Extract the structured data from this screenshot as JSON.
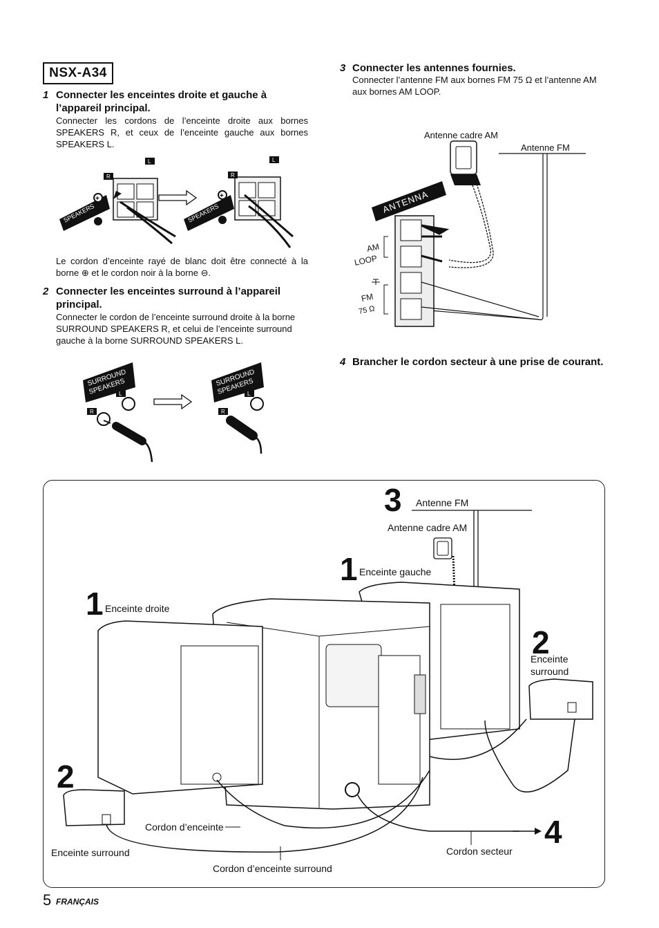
{
  "model": "NSX-A34",
  "steps": [
    {
      "num": "1",
      "title": "Connecter les enceintes droite et gauche à l’appareil principal.",
      "body": "Connecter les cordons de l’enceinte droite aux bornes SPEAKERS R, et ceux de l’enceinte gauche aux bornes SPEAKERS L.",
      "note": "Le cordon d’enceinte rayé de blanc doit être connecté à la borne ⊕ et le cordon noir à la borne ⊖."
    },
    {
      "num": "2",
      "title": "Connecter les enceintes surround à l’appareil principal.",
      "body": "Connecter le cordon de l’enceinte surround droite à la borne SURROUND SPEAKERS R, et celui de l’enceinte surround gauche à la borne SURROUND SPEAKERS L."
    },
    {
      "num": "3",
      "title": "Connecter les antennes fournies.",
      "body": "Connecter l’antenne FM aux bornes FM 75 Ω et l’antenne AM aux bornes AM LOOP."
    },
    {
      "num": "4",
      "title": "Brancher le cordon secteur à une prise de courant."
    }
  ],
  "panel_labels": {
    "r": "R",
    "l": "L",
    "speakers": "SPEAKERS",
    "surround": "SURROUND",
    "surround_speakers": "SPEAKERS",
    "antenna": "ANTENNA",
    "am": "AM",
    "loop": "LOOP",
    "fm": "FM",
    "ohm": "75 Ω",
    "plus": "+",
    "minus": "−"
  },
  "antenna_labels": {
    "am_loop": "Antenne cadre AM",
    "fm": "Antenne FM"
  },
  "overview": {
    "step3_num": "3",
    "fm": "Antenne FM",
    "am": "Antenne cadre AM",
    "step1a_num": "1",
    "left_speaker": "Enceinte gauche",
    "step1b_num": "1",
    "right_speaker": "Enceinte droite",
    "step2a_num": "2",
    "surround_r_1": "Enceinte",
    "surround_r_2": "surround",
    "step2b_num": "2",
    "surround_l": "Enceinte surround",
    "speaker_cord": "Cordon d’enceinte",
    "power_cord": "Cordon secteur",
    "surround_cord": "Cordon d’enceinte surround",
    "step4_num": "4"
  },
  "footer": {
    "page": "5",
    "lang": "FRANÇAIS"
  }
}
